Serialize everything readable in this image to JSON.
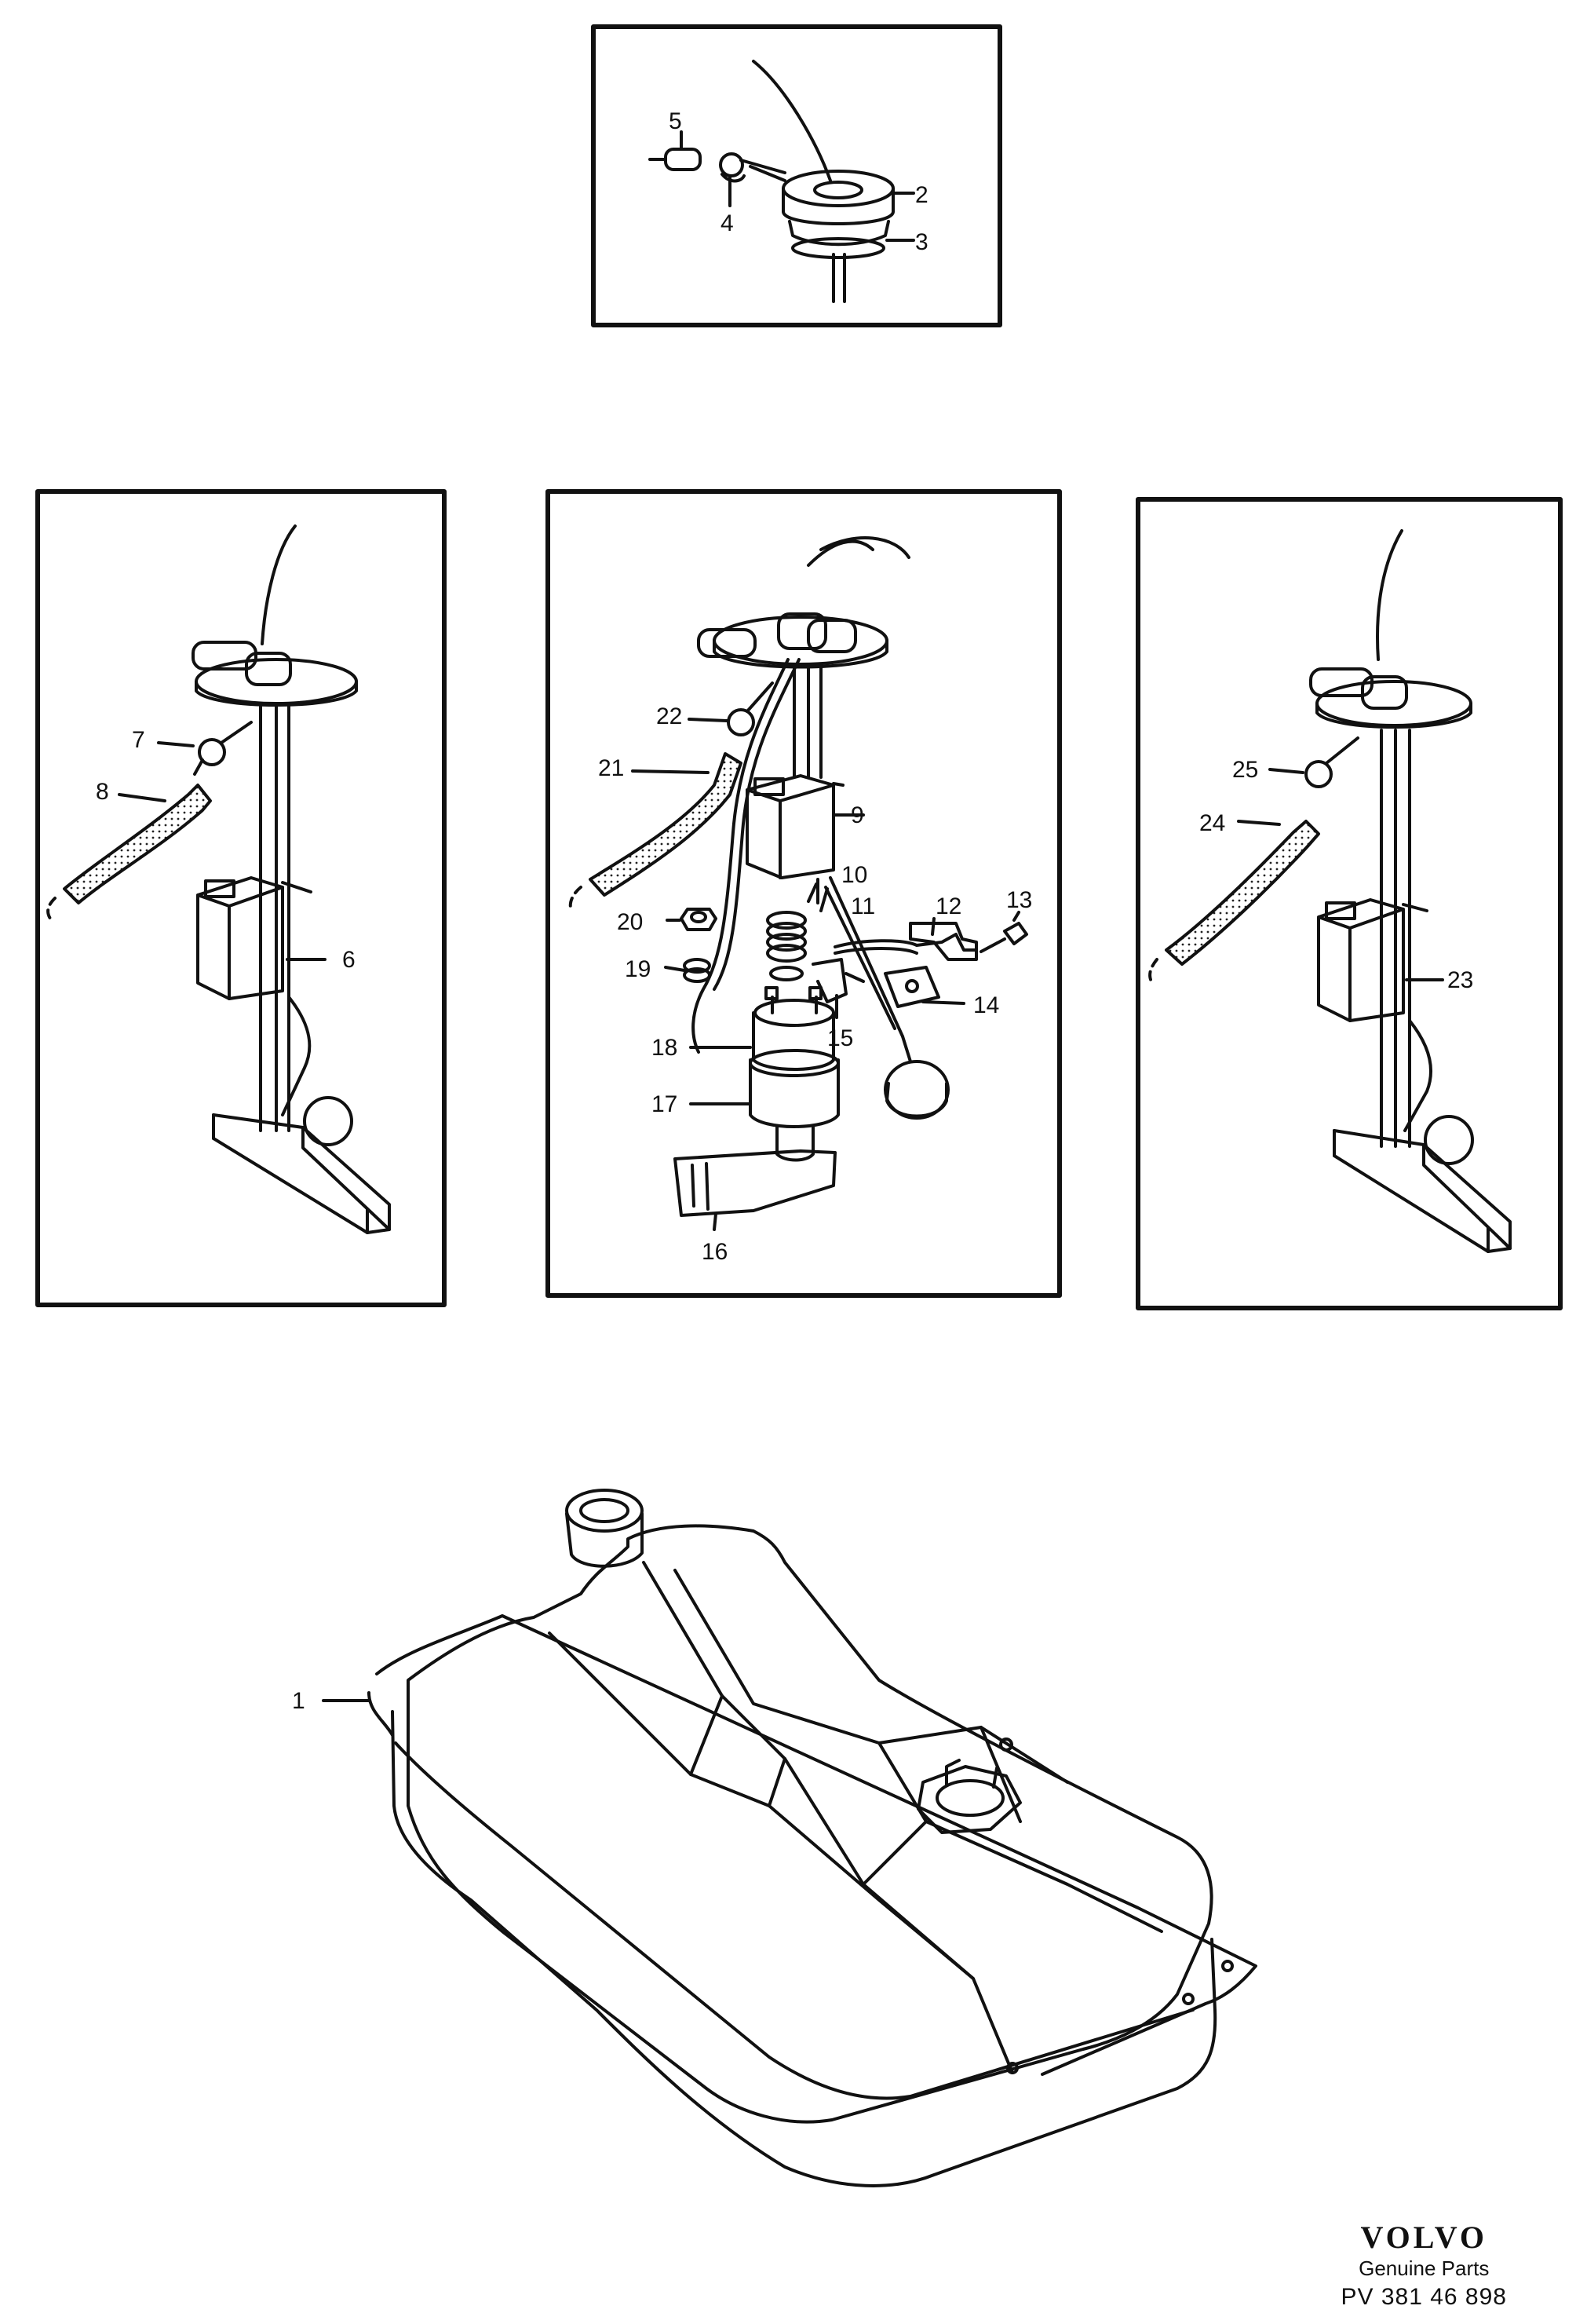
{
  "callouts": [
    "1",
    "2",
    "3",
    "4",
    "5",
    "6",
    "7",
    "8",
    "9",
    "10",
    "11",
    "12",
    "13",
    "14",
    "15",
    "16",
    "17",
    "18",
    "19",
    "20",
    "21",
    "22",
    "23",
    "24",
    "25"
  ],
  "brand": {
    "logo": "VOLVO",
    "tagline": "Genuine Parts",
    "code": "PV  381 46 898"
  }
}
